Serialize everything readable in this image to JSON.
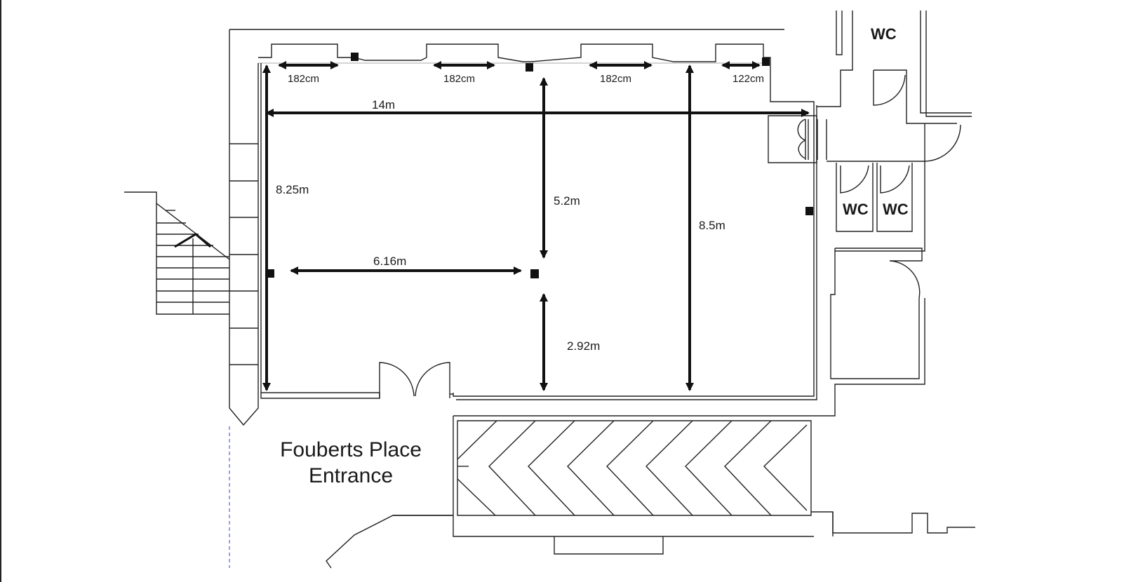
{
  "windows": [
    {
      "label": "182cm"
    },
    {
      "label": "182cm"
    },
    {
      "label": "182cm"
    },
    {
      "label": "122cm"
    }
  ],
  "dimensions": {
    "width_total": "14m",
    "height_left": "8.25m",
    "column_to_top": "5.2m",
    "height_right": "8.5m",
    "column_to_left": "6.16m",
    "column_to_bottom": "2.92m"
  },
  "rooms": {
    "wc_top": "WC",
    "wc_left": "WC",
    "wc_right": "WC"
  },
  "entrance": {
    "line1": "Fouberts Place",
    "line2": "Entrance"
  }
}
